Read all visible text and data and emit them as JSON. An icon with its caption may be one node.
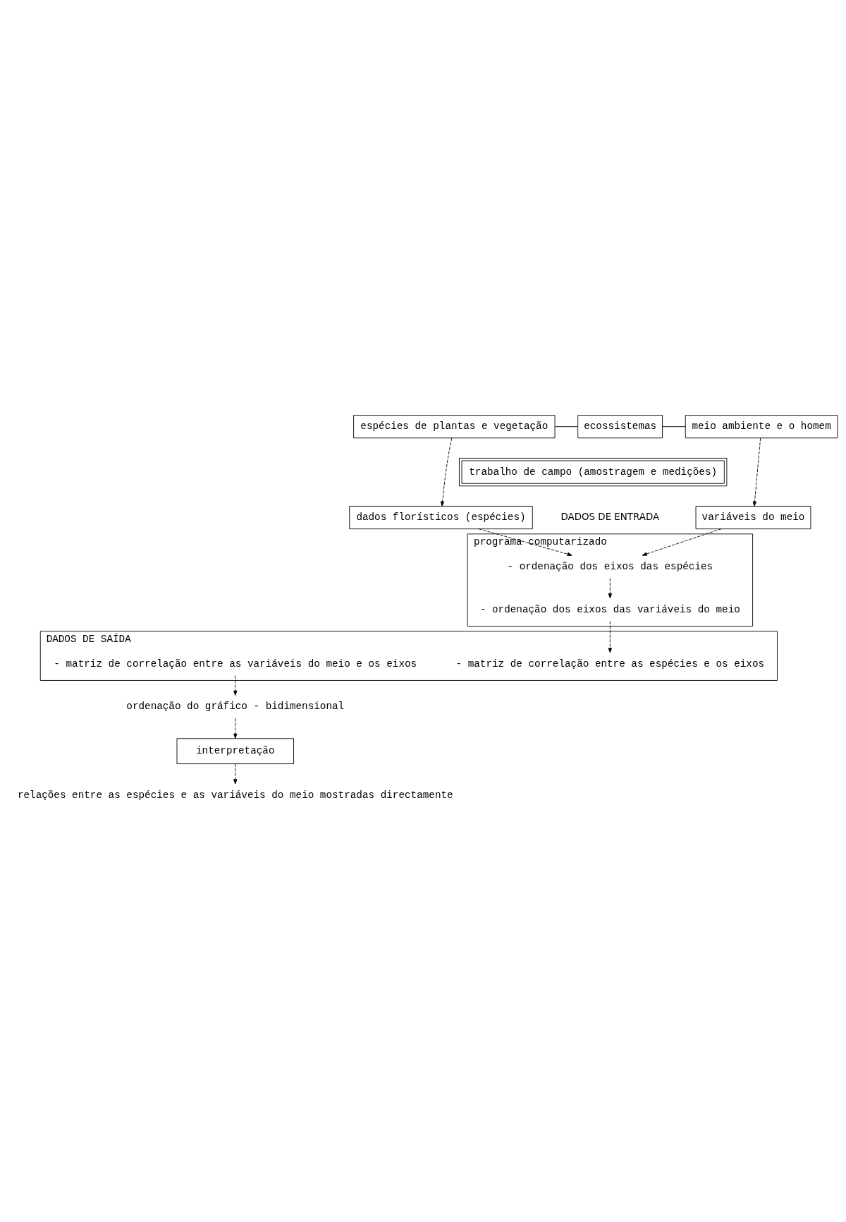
{
  "diagram": {
    "nodes": [
      {
        "text": [
          "espécies de plantas e vegetação"
        ]
      },
      {
        "text": [
          "ecossistemas"
        ]
      },
      {
        "text": [
          "meio ambiente e o homem"
        ]
      },
      {
        "text": [
          "trabalho de campo (amostragem e medições)"
        ]
      },
      {
        "text": [
          "dados florísticos (espécies)"
        ]
      },
      {
        "text": [
          "variáveis do meio"
        ]
      },
      {
        "text": [
          "programa computarizado"
        ]
      },
      {
        "text": [
          "- ordenação dos eixos das espécies"
        ],
        "in": 6
      },
      {
        "text": [
          "- ordenação dos eixos das variáveis do meio"
        ],
        "in": 6
      },
      {
        "text": [
          "DADOS DE SAÍDA"
        ]
      },
      {
        "text": [
          "- matriz de correlação entre as espécies e os eixos"
        ],
        "in": 9
      },
      {
        "text": [
          "- matriz de correlação entre as variáveis do meio e os eixos"
        ],
        "in": 9
      },
      {
        "text": [
          "ordenação do gráfico - bidimensional"
        ]
      },
      {
        "text": [
          "interpretação"
        ]
      },
      {
        "text": [
          "relações entre as espécies e as variáveis do meio mostradas directamente"
        ]
      }
    ],
    "edges": [
      {
        "from": 0,
        "to": 1,
        "arrow": "none"
      },
      {
        "from": 1,
        "to": 2,
        "arrow": "none"
      },
      {
        "from": 0,
        "to": 4,
        "arrow": "to",
        "style": "dashed"
      },
      {
        "from": 2,
        "to": 5,
        "arrow": "to",
        "style": "dashed"
      },
      {
        "from": 4,
        "to": 7,
        "arrow": "to",
        "style": "dashed"
      },
      {
        "from": 5,
        "to": 7,
        "arrow": "to",
        "style": "dashed"
      },
      {
        "from": 7,
        "to": 8,
        "arrow": "to",
        "style": "dashed"
      },
      {
        "from": 8,
        "to": 10,
        "arrow": "to",
        "style": "dashed"
      },
      {
        "from": 11,
        "to": 12,
        "arrow": "to",
        "style": "dashed"
      },
      {
        "from": 12,
        "to": 13,
        "arrow": "to",
        "style": "dashed"
      },
      {
        "from": 13,
        "to": 14,
        "arrow": "to",
        "style": "dashed"
      }
    ],
    "labels": [
      "DADOS DE ENTRADA"
    ]
  }
}
